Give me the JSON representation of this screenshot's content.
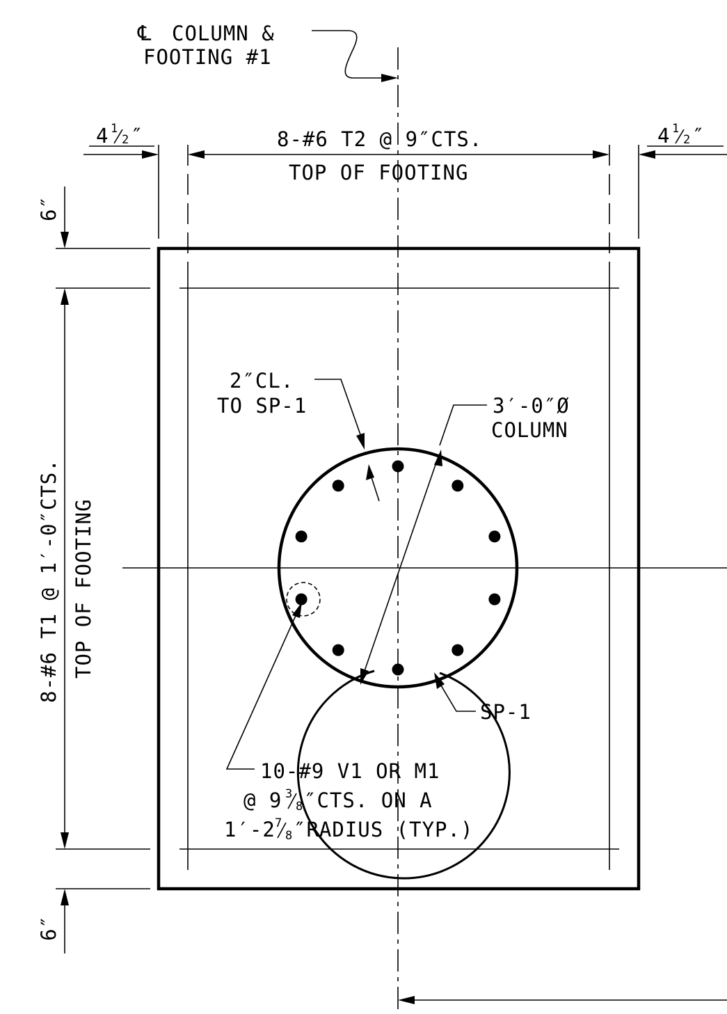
{
  "labels": {
    "centerline_symbol": "℄",
    "centerline_line1": "COLUMN &",
    "centerline_line2": "FOOTING #1",
    "top_left_dim_whole": "4",
    "top_left_dim_frac_num": "1",
    "top_left_dim_frac_den": "2",
    "top_left_dim_unit": "″",
    "top_right_dim_whole": "4",
    "top_right_dim_frac_num": "1",
    "top_right_dim_frac_den": "2",
    "top_right_dim_unit": "″",
    "top_bar_callout": "8-#6 T2 @ 9″CTS.",
    "top_bar_location": "TOP OF FOOTING",
    "side_dim_top": "6″",
    "side_dim_bottom": "6″",
    "side_bar_callout": "8-#6 T1 @ 1′-0″CTS.",
    "side_bar_location": "TOP OF FOOTING",
    "clear_cover_line1": "2″CL.",
    "clear_cover_line2": "TO SP-1",
    "column_line1": "3′-0″Ø",
    "column_line2": "COLUMN",
    "spiral_label": "SP-1",
    "vertical_bars_line1": "10-#9 V1 OR M1",
    "vertical_bars_line2_pre": "@ 9",
    "vertical_bars_line2_num": "3",
    "vertical_bars_line2_den": "8",
    "vertical_bars_line2_post": "″CTS. ON A",
    "vertical_bars_line3_pre": "1′-2",
    "vertical_bars_line3_num": "7",
    "vertical_bars_line3_den": "8",
    "vertical_bars_line3_post": "″RADIUS (TYP.)"
  },
  "column": {
    "vertical_bar_count": 10
  }
}
